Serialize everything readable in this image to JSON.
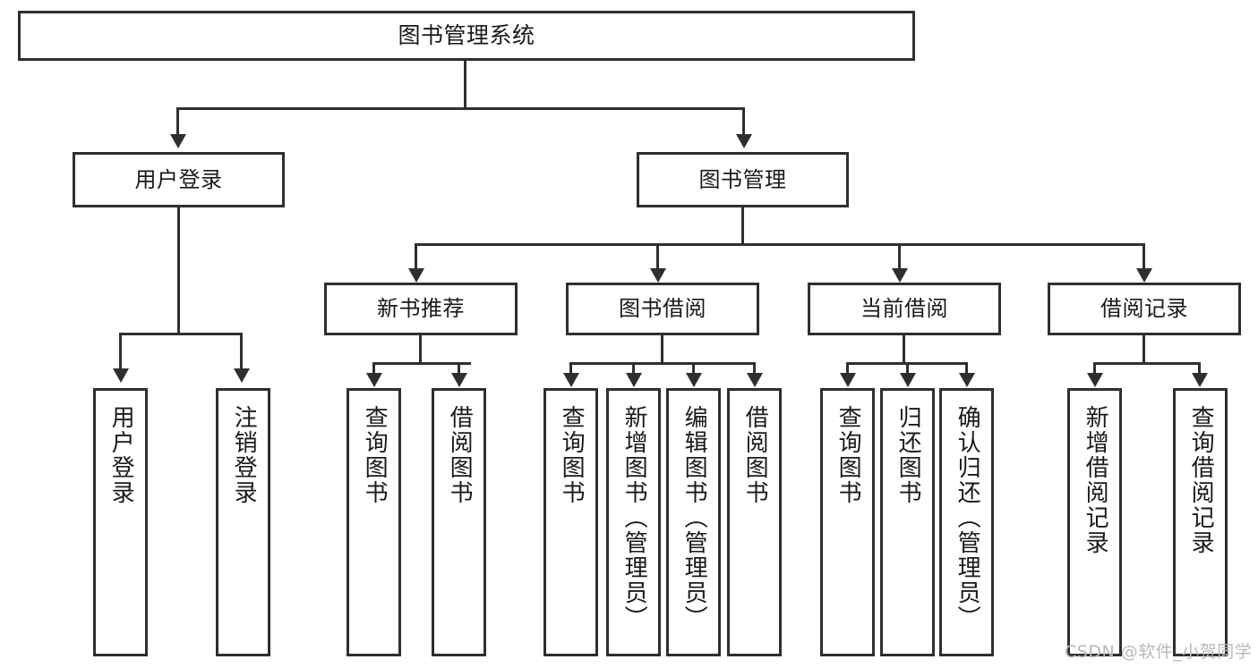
{
  "diagram": {
    "type": "tree",
    "title_label": "图书管理系统",
    "level2": [
      {
        "id": "user-login",
        "label": "用户登录"
      },
      {
        "id": "book-management",
        "label": "图书管理"
      }
    ],
    "level3": [
      {
        "id": "new-book-recommend",
        "label": "新书推荐"
      },
      {
        "id": "book-borrow",
        "label": "图书借阅"
      },
      {
        "id": "current-borrow",
        "label": "当前借阅"
      },
      {
        "id": "borrow-record",
        "label": "借阅记录"
      }
    ],
    "leaves": [
      {
        "id": "user-login-leaf",
        "label": "用户登录"
      },
      {
        "id": "logout-leaf",
        "label": "注销登录"
      },
      {
        "id": "query-book-recommend",
        "label": "查询图书"
      },
      {
        "id": "borrow-book-recommend",
        "label": "借阅图书"
      },
      {
        "id": "query-book-borrow",
        "label": "查询图书"
      },
      {
        "id": "add-book-admin",
        "label": "新增图书（管理员）"
      },
      {
        "id": "edit-book-admin",
        "label": "编辑图书（管理员）"
      },
      {
        "id": "borrow-book",
        "label": "借阅图书"
      },
      {
        "id": "query-book-current",
        "label": "查询图书"
      },
      {
        "id": "return-book",
        "label": "归还图书"
      },
      {
        "id": "confirm-return-admin",
        "label": "确认归还（管理员）"
      },
      {
        "id": "add-borrow-record",
        "label": "新增借阅记录"
      },
      {
        "id": "query-borrow-record",
        "label": "查询借阅记录"
      }
    ],
    "watermark": "CSDN @软件_小贺同学",
    "colors": {
      "stroke": "#2f2f2f",
      "fill": "#ffffff",
      "text": "#1a1a1a",
      "watermark": "#b9b9b9"
    }
  }
}
